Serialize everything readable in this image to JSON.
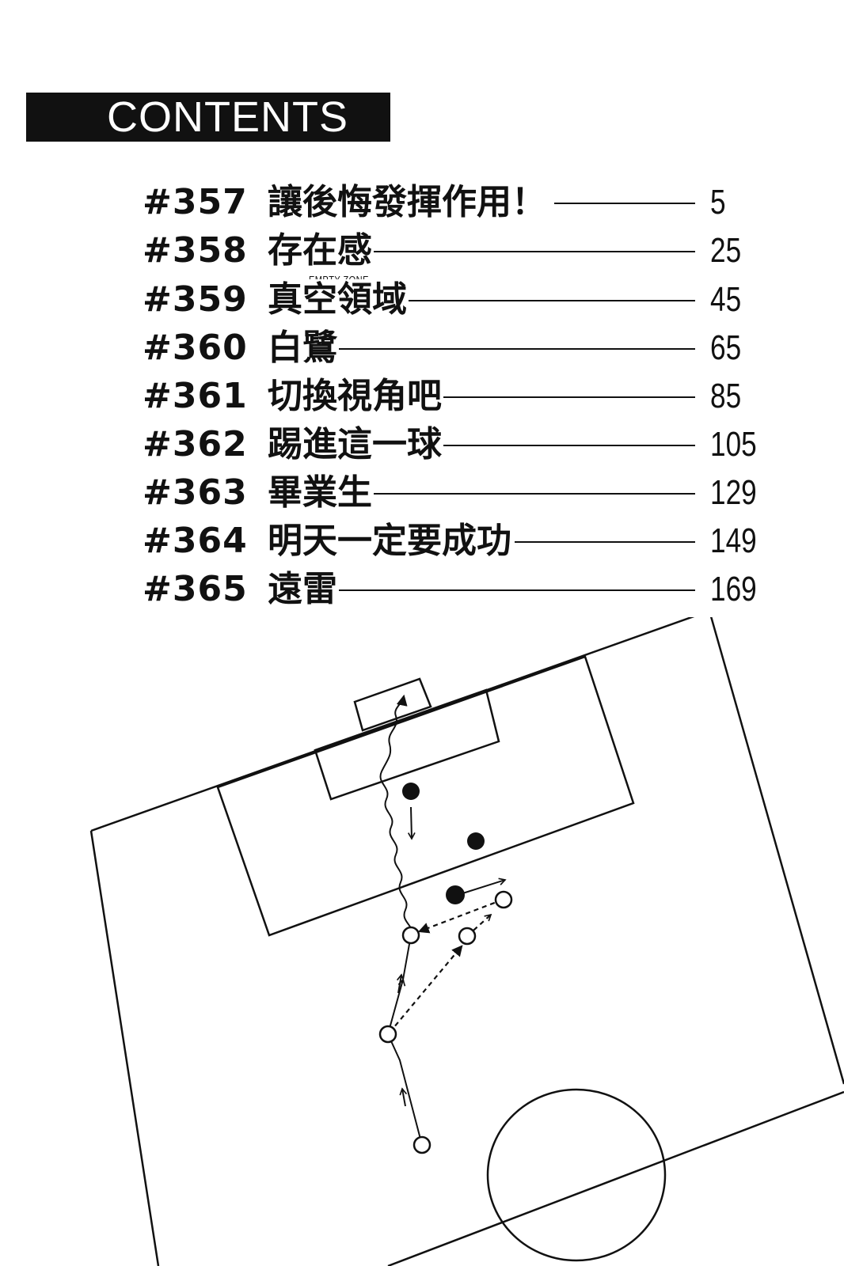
{
  "header": {
    "title": "CONTENTS"
  },
  "toc": {
    "entries": [
      {
        "number": "#357",
        "title": "讓後悔發揮作用！",
        "page": "5"
      },
      {
        "number": "#358",
        "title": "存在感",
        "page": "25"
      },
      {
        "number": "#359",
        "title": "真空領域",
        "page": "45",
        "ruby": "EMPTY ZONE"
      },
      {
        "number": "#360",
        "title": "白鷺",
        "page": "65"
      },
      {
        "number": "#361",
        "title": "切換視角吧",
        "page": "85"
      },
      {
        "number": "#362",
        "title": "踢進這一球",
        "page": "105"
      },
      {
        "number": "#363",
        "title": "畢業生",
        "page": "129"
      },
      {
        "number": "#364",
        "title": "明天一定要成功",
        "page": "149"
      },
      {
        "number": "#365",
        "title": "遠雷",
        "page": "169"
      }
    ]
  },
  "colors": {
    "ink": "#111111",
    "paper": "#ffffff"
  }
}
